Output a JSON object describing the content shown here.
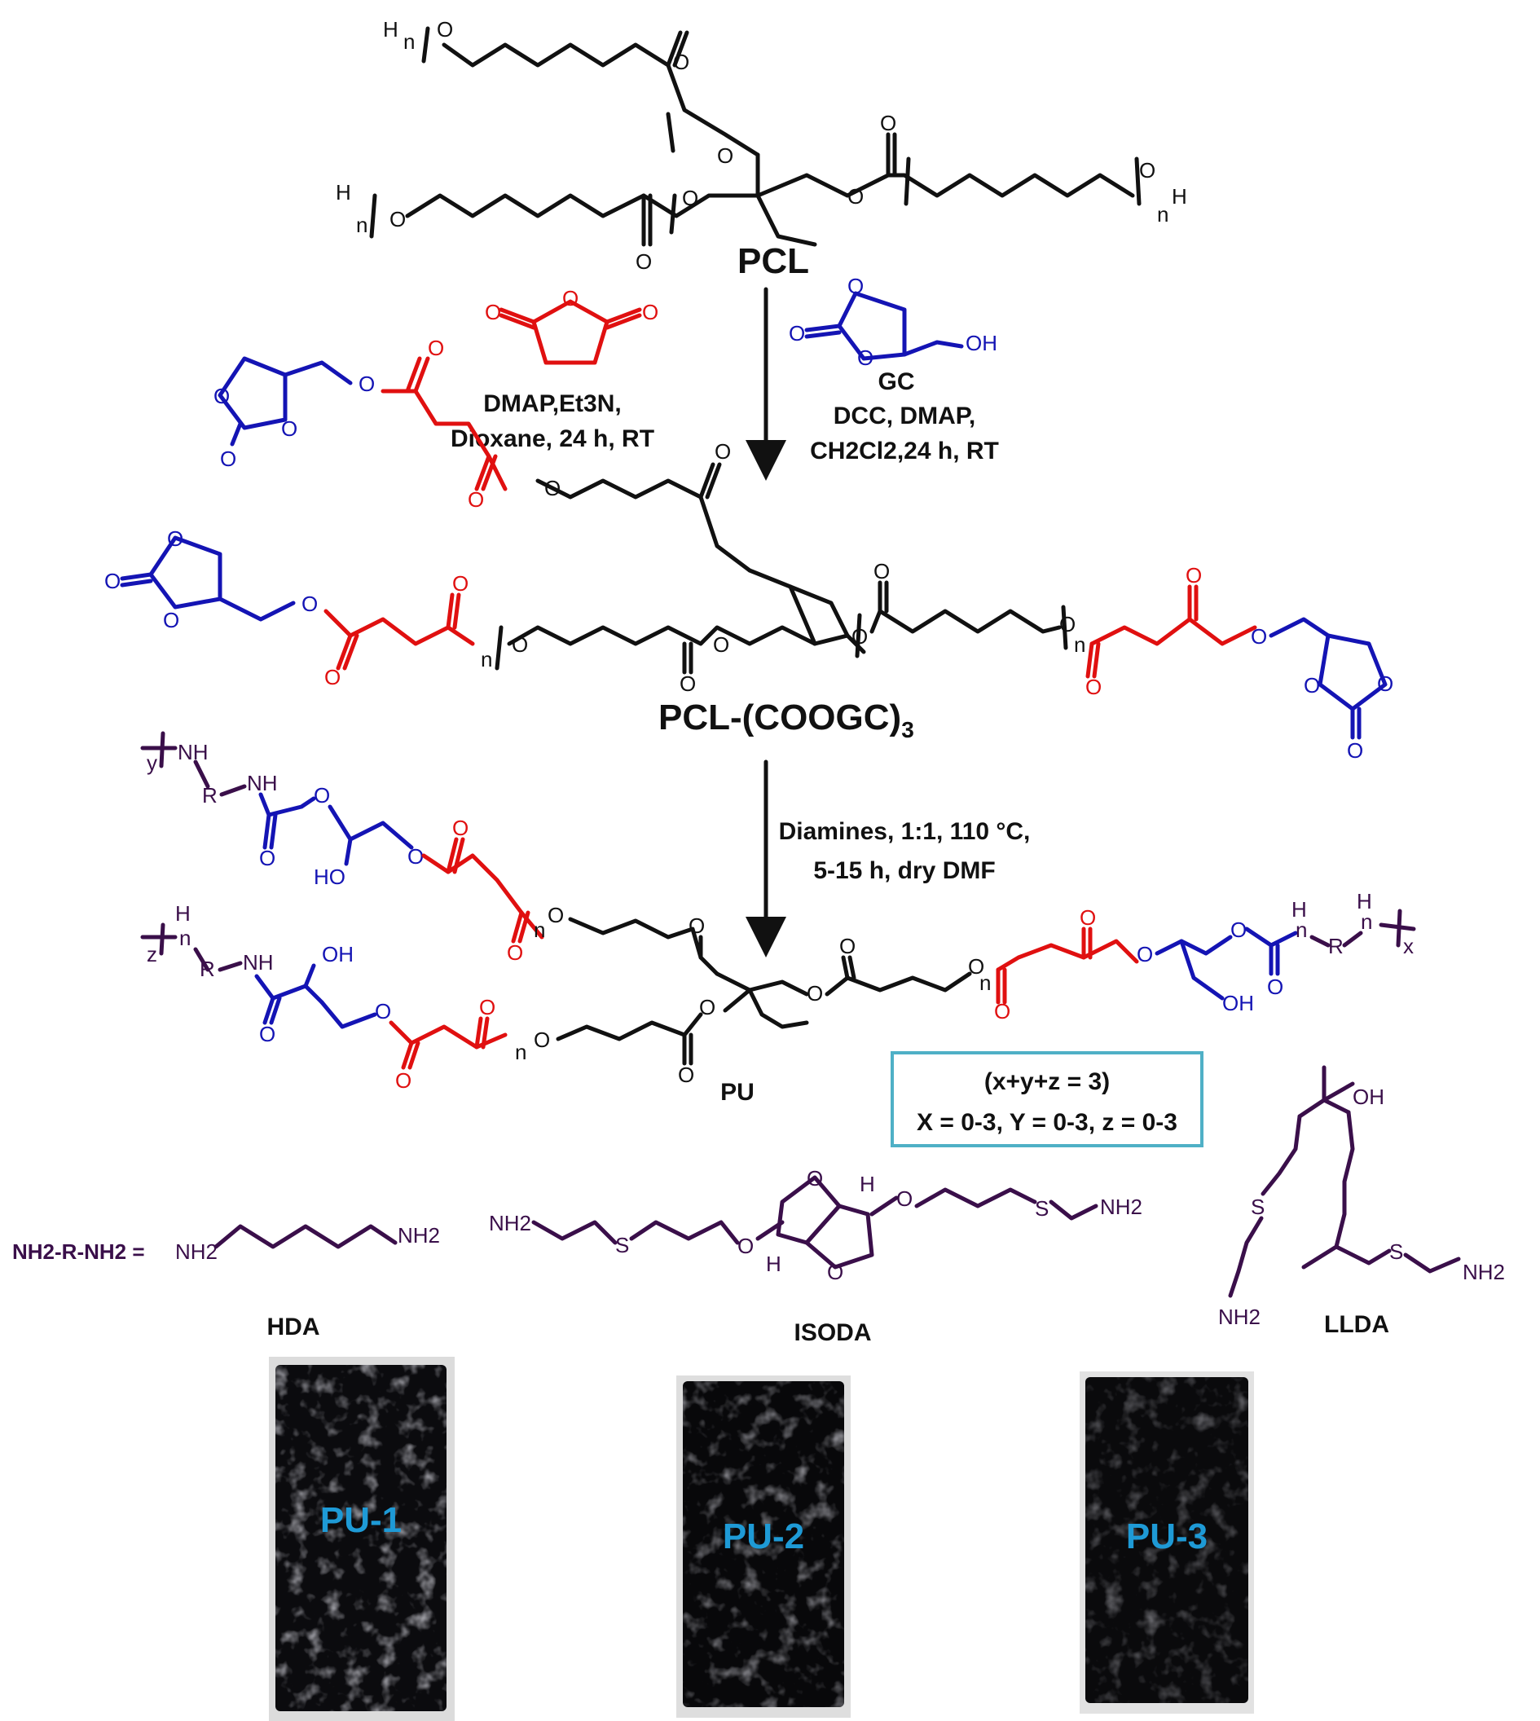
{
  "structures": {
    "pcl": "PCL",
    "pcl_coogc": "PCL-(COOGC)",
    "pcl_coogc_sub": "3",
    "pu": "PU",
    "gc": "GC"
  },
  "atoms": {
    "o": "O",
    "h": "H",
    "n": "n",
    "oh": "OH",
    "ho": "HO",
    "nh": "NH",
    "h_": "H",
    "r": "R",
    "nh2": "NH2",
    "x": "x",
    "y": "y",
    "z": "z",
    "s": "S"
  },
  "step1": {
    "left_line1": "DMAP,Et3N,",
    "left_line2": "Dioxane, 24 h, RT",
    "right_line1": "DCC, DMAP,",
    "right_line2": "CH2Cl2,24 h, RT"
  },
  "step2": {
    "line1": "Diamines, 1:1, 110 °C,",
    "line2": "5-15 h, dry DMF"
  },
  "stoich_box": {
    "line1": "(x+y+z = 3)",
    "line2": "X = 0-3, Y = 0-3, z = 0-3"
  },
  "diamines": {
    "definition": "NH2-R-NH2 =",
    "hda": "HDA",
    "isoda": "ISODA",
    "llda": "LLDA"
  },
  "samples": [
    {
      "label": "PU-1"
    },
    {
      "label": "PU-2"
    },
    {
      "label": "PU-3"
    }
  ],
  "colors": {
    "pcl_backbone": "#111111",
    "succinate": "#e01010",
    "glycerol_carbonate": "#1414b4",
    "diamine": "#3a0f4a",
    "sample_label": "#1e9ad6",
    "box_border": "#4fb0c6"
  }
}
